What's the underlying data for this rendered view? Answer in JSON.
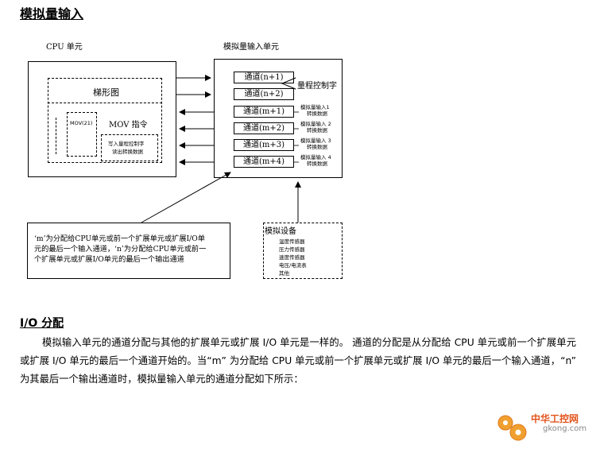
{
  "document": {
    "title": "模拟量输入",
    "section_heading": "I/O 分配",
    "paragraph": "模拟输入单元的通道分配与其他的扩展单元或扩展 I/O 单元是一样的。 通道的分配是从分配给 CPU 单元或前一个扩展单元或扩展 I/O 单元的最后一个通道开始的。当“m” 为分配给 CPU 单元或前一个扩展单元或扩展 I/O 单元的最后一个输入通道，“n” 为其最后一个输出通道时，模拟量输入单元的通道分配如下所示："
  },
  "diagram": {
    "cpu_label": "CPU 单元",
    "analog_label": "模拟量输入单元",
    "ladder_label": "梯形图",
    "mov_label": "MOV 指令",
    "mov21_label": "MOV(21)",
    "write_text": [
      "写入量程控制字",
      "读出转换数据"
    ],
    "channels": [
      "通道(n+1)",
      "通道(n+2)",
      "通道(m+1)",
      "通道(m+2)",
      "通道(m+3)",
      "通道(m+4)"
    ],
    "range_word_label": "量程控制字",
    "conv_labels": [
      [
        "模拟量输入1",
        "转换数据"
      ],
      [
        "模拟量输入 2",
        "转换数据"
      ],
      [
        "模拟量输入 3",
        "转换数据"
      ],
      [
        "模拟量输入 4",
        "转换数据"
      ]
    ],
    "note_lines": [
      "‘m’为分配给CPU单元或前一个扩展单元或扩展I/O单",
      "元的最后一个输入通道，‘n’为分配给CPU单元或前一",
      "个扩展单元或扩展I/O单元的最后一个输出通道"
    ],
    "device_title": "模拟设备",
    "devices": [
      "温度传感器",
      "压力传感器",
      "速度传感器",
      "电压/电流表",
      "其他"
    ]
  },
  "watermark": {
    "brand": "中华工控网",
    "domain": "gkong.com"
  }
}
